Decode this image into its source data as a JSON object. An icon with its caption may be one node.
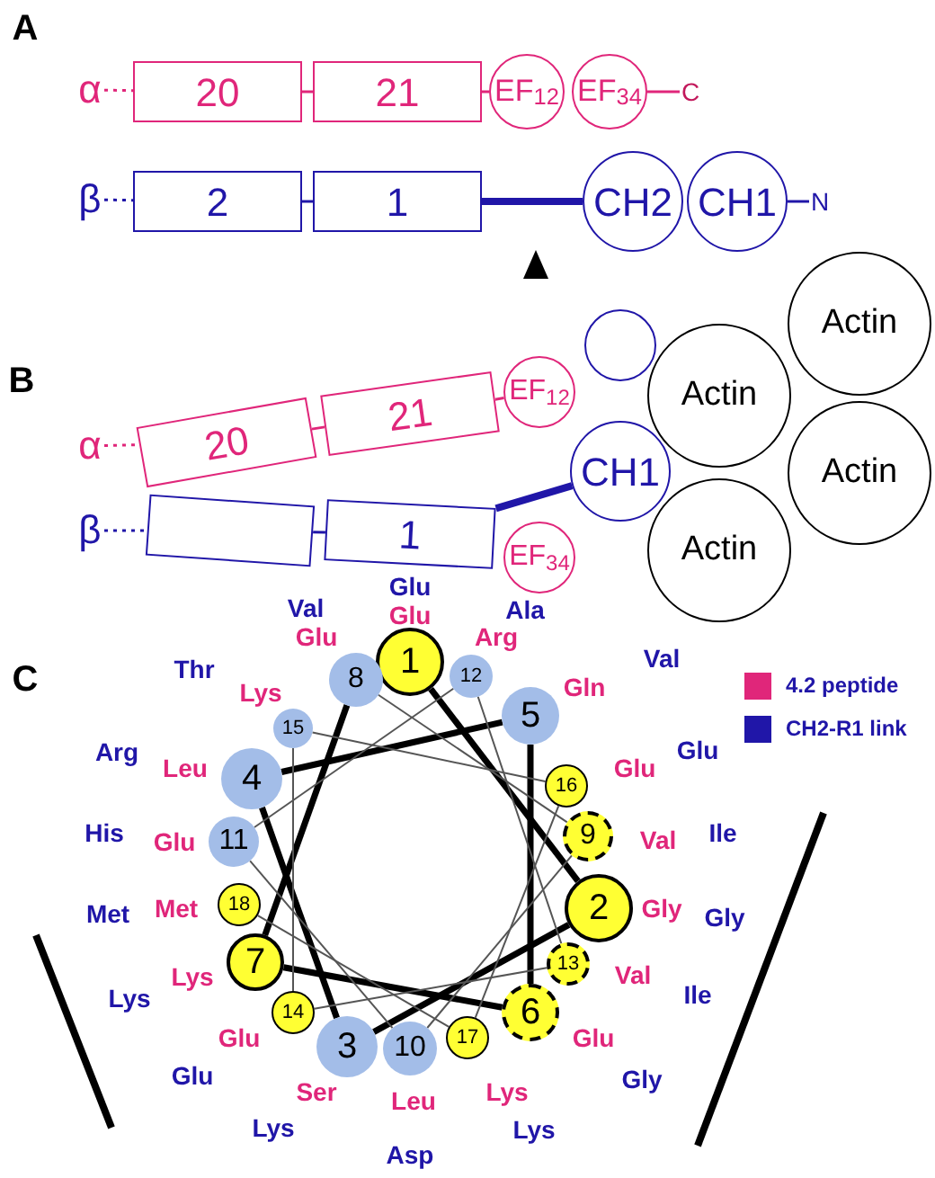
{
  "diagram": {
    "nodes": [
      {
        "text": [
          "α"
        ]
      },
      {
        "text": [
          "20"
        ]
      },
      {
        "text": [
          "21"
        ]
      },
      {
        "text": [
          "EF$_{12}$"
        ]
      },
      {
        "text": [
          "EF$_{34}$"
        ]
      },
      {
        "text": [
          "C"
        ]
      },
      {
        "text": [
          "β"
        ]
      },
      {
        "text": [
          "2"
        ]
      },
      {
        "text": [
          "1"
        ]
      },
      {
        "text": [
          "CH2"
        ]
      },
      {
        "text": [
          "CH1"
        ]
      },
      {
        "text": [
          "N"
        ]
      },
      {
        "text": [
          "β"
        ]
      },
      {
        "text": [],
        "shape": "box"
      },
      {
        "text": [
          "1"
        ]
      },
      {
        "text": [
          "α"
        ]
      },
      {
        "text": [
          "20"
        ]
      },
      {
        "text": [
          "21"
        ]
      },
      {
        "text": [
          "EF$_{12}$"
        ]
      },
      {
        "text": [
          "EF$_{34}$"
        ]
      },
      {
        "text": [],
        "shape": "circle"
      },
      {
        "text": [
          "CH1"
        ]
      },
      {
        "text": [
          "Actin"
        ]
      },
      {
        "text": [
          "Actin"
        ]
      },
      {
        "text": [
          "Actin"
        ]
      },
      {
        "text": [
          "Actin"
        ]
      },
      {
        "text": [
          "1"
        ]
      },
      {
        "text": [
          "2"
        ]
      },
      {
        "text": [
          "3"
        ]
      },
      {
        "text": [
          "4"
        ]
      },
      {
        "text": [
          "5"
        ]
      },
      {
        "text": [
          "6"
        ]
      },
      {
        "text": [
          "7"
        ]
      },
      {
        "text": [
          "8"
        ]
      },
      {
        "text": [
          "9"
        ]
      },
      {
        "text": [
          "10"
        ]
      },
      {
        "text": [
          "11"
        ]
      },
      {
        "text": [
          "12"
        ]
      },
      {
        "text": [
          "13"
        ]
      },
      {
        "text": [
          "14"
        ]
      },
      {
        "text": [
          "15"
        ]
      },
      {
        "text": [
          "16"
        ]
      },
      {
        "text": [
          "17"
        ]
      },
      {
        "text": [
          "18"
        ]
      }
    ],
    "edges": [
      {
        "from": 0,
        "to": 1,
        "arrow": "none",
        "style": "dashed",
        "color": "#e0267a"
      },
      {
        "from": 1,
        "to": 2,
        "arrow": "none",
        "color": "#e0267a"
      },
      {
        "from": 2,
        "to": 3,
        "arrow": "none",
        "color": "#e0267a"
      },
      {
        "from": 4,
        "to": 5,
        "arrow": "none",
        "color": "#e0267a"
      },
      {
        "from": 6,
        "to": 7,
        "arrow": "none",
        "style": "dashed",
        "color": "#2016a8"
      },
      {
        "from": 7,
        "to": 8,
        "arrow": "none",
        "color": "#2016a8"
      },
      {
        "from": 8,
        "to": 9,
        "arrow": "none",
        "style": "thick",
        "color": "#2016a8"
      },
      {
        "from": 10,
        "to": 11,
        "arrow": "none",
        "color": "#2016a8"
      },
      {
        "from": 12,
        "to": 13,
        "arrow": "none",
        "style": "dashed",
        "color": "#2016a8"
      },
      {
        "from": 15,
        "to": 16,
        "arrow": "none",
        "style": "dashed",
        "color": "#e0267a"
      },
      {
        "from": 13,
        "to": 14,
        "arrow": "none",
        "color": "#2016a8"
      },
      {
        "from": 16,
        "to": 17,
        "arrow": "none",
        "color": "#e0267a"
      },
      {
        "from": 17,
        "to": 18,
        "arrow": "none",
        "color": "#e0267a"
      },
      {
        "from": 14,
        "to": 21,
        "arrow": "none",
        "style": "thick",
        "color": "#2016a8"
      },
      {
        "from": 26,
        "to": 27,
        "arrow": "none",
        "style": "thick"
      },
      {
        "from": 27,
        "to": 28,
        "arrow": "none",
        "style": "thick"
      },
      {
        "from": 28,
        "to": 29,
        "arrow": "none",
        "style": "thick"
      },
      {
        "from": 29,
        "to": 30,
        "arrow": "none",
        "style": "thick"
      },
      {
        "from": 30,
        "to": 31,
        "arrow": "none",
        "style": "thick"
      },
      {
        "from": 31,
        "to": 32,
        "arrow": "none",
        "style": "thick"
      },
      {
        "from": 32,
        "to": 33,
        "arrow": "none",
        "style": "thick"
      },
      {
        "from": 33,
        "to": 34,
        "arrow": "none"
      },
      {
        "from": 34,
        "to": 35,
        "arrow": "none"
      },
      {
        "from": 35,
        "to": 36,
        "arrow": "none"
      },
      {
        "from": 36,
        "to": 37,
        "arrow": "none"
      },
      {
        "from": 37,
        "to": 38,
        "arrow": "none"
      },
      {
        "from": 38,
        "to": 39,
        "arrow": "none"
      },
      {
        "from": 39,
        "to": 40,
        "arrow": "none"
      },
      {
        "from": 40,
        "to": 41,
        "arrow": "none"
      },
      {
        "from": 41,
        "to": 42,
        "arrow": "none"
      },
      {
        "from": 42,
        "to": 43,
        "arrow": "none"
      }
    ],
    "labels": [
      "A",
      "B",
      "C",
      "Glu",
      "Val",
      "Glu",
      "Ala",
      "Glu",
      "Arg",
      "Thr",
      "Val",
      "Lys",
      "Gln",
      "Arg",
      "Leu",
      "Glu",
      "Glu",
      "His",
      "Glu",
      "Val",
      "Ile",
      "Met",
      "Met",
      "Gly",
      "Gly",
      "Lys",
      "Val",
      "Lys",
      "Ile",
      "Glu",
      "Glu",
      "Glu",
      "Gly",
      "Ser",
      "Leu",
      "Lys",
      "Lys",
      "Lys",
      "Asp"
    ],
    "legend": [
      {
        "text": "4.2 peptide",
        "color": "#e0267a"
      },
      {
        "text": "CH2-R1 link",
        "color": "#2016a8"
      }
    ]
  }
}
